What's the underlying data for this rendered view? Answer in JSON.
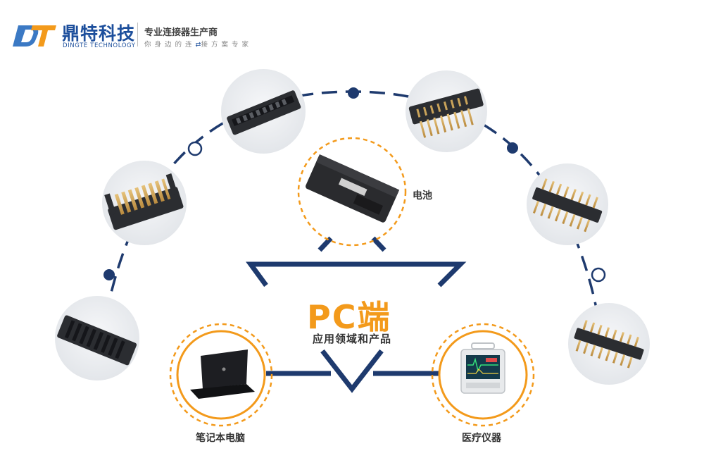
{
  "header": {
    "brand_cn": "鼎特科技",
    "brand_en": "DINGTE TECHNOLOGY",
    "slogan_main": "专业连接器生产商",
    "slogan_sub_left": "你身边的连",
    "slogan_sub_arrow": "⇄",
    "slogan_sub_right": "接方案专家"
  },
  "center": {
    "title": "PC端",
    "subtitle": "应用领域和产品"
  },
  "applications": [
    {
      "label": "电池",
      "icon": "battery-pack"
    },
    {
      "label": "笔记本电脑",
      "icon": "laptop"
    },
    {
      "label": "医疗仪器",
      "icon": "medical-monitor"
    }
  ],
  "colors": {
    "brand_blue": "#1d4f9c",
    "navy_line": "#1e3a6e",
    "accent_orange": "#f39a1b",
    "connector_bg": "#e9ecef"
  }
}
